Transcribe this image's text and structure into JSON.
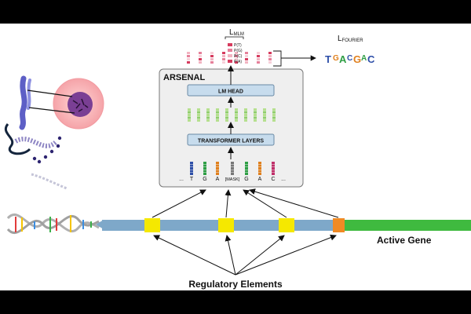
{
  "model": {
    "title": "ARSENAL",
    "lm_head": "LM HEAD",
    "transformer": "TRANSFORMER LAYERS"
  },
  "tokens": [
    {
      "text": "...",
      "color": ""
    },
    {
      "text": "T",
      "color": "#2e4fa8"
    },
    {
      "text": "G",
      "color": "#2e9e44"
    },
    {
      "text": "A",
      "color": "#e0801e"
    },
    {
      "text": "[MASK]",
      "color": "#777777"
    },
    {
      "text": "G",
      "color": "#2e9e44"
    },
    {
      "text": "A",
      "color": "#e0801e"
    },
    {
      "text": "C",
      "color": "#c0306a"
    },
    {
      "text": "...",
      "color": ""
    }
  ],
  "loss": {
    "mlm_main": "L",
    "mlm_sub": "MLM",
    "fourier_main": "L",
    "fourier_sub": "FOURIER",
    "probs": [
      "P(T)",
      "P(G)",
      "P(C)",
      "P(A)"
    ]
  },
  "motif": [
    {
      "letter": "T",
      "color": "#2e4fa8"
    },
    {
      "letter": "G",
      "color": "#e0801e"
    },
    {
      "letter": "A",
      "color": "#2e9e44"
    },
    {
      "letter": "C",
      "color": "#2e4fa8"
    },
    {
      "letter": "G",
      "color": "#e0801e"
    },
    {
      "letter": "A",
      "color": "#2e9e44"
    },
    {
      "letter": "C",
      "color": "#2e4fa8"
    }
  ],
  "genome": {
    "active_gene": "Active Gene",
    "regulatory": "Regulatory Elements"
  },
  "colors": {
    "strand": "#7ea8c9",
    "gene": "#3fba3f",
    "regulatory_yellow": "#f5e800",
    "regulatory_orange": "#f08a24",
    "box_fill": "#c7dced",
    "panel": "#efefef"
  }
}
